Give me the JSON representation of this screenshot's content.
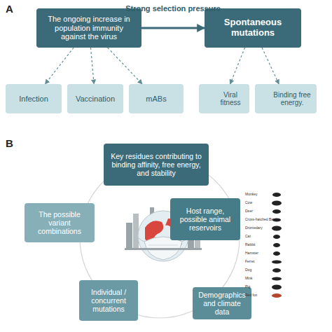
{
  "diagram": {
    "nodes": [
      {
        "text": [
          "The ongoing increase in population immunity against the virus"
        ]
      },
      {
        "text": [
          "Spontaneous mutations"
        ]
      },
      {
        "text": [
          "Infection"
        ]
      },
      {
        "text": [
          "Vaccination"
        ]
      },
      {
        "text": [
          "mABs"
        ]
      },
      {
        "text": [
          "Viral fitness"
        ]
      },
      {
        "text": [
          "Binding free energy."
        ]
      },
      {
        "text": [
          "Key residues contributing to binding affinity, free energy, and stability"
        ]
      },
      {
        "text": [
          "Host range, possible animal reservoirs"
        ]
      },
      {
        "text": [
          "Demographics and climate data"
        ]
      },
      {
        "text": [
          "Individual / concurrent mutations"
        ]
      },
      {
        "text": [
          "The possible variant combinations"
        ]
      }
    ],
    "edges": [
      {
        "from": 0,
        "to": 1,
        "label": "Strong selection pressure",
        "arrow": "to"
      },
      {
        "from": 0,
        "to": 2,
        "arrow": "to"
      },
      {
        "from": 0,
        "to": 3,
        "arrow": "to"
      },
      {
        "from": 0,
        "to": 4,
        "arrow": "to"
      },
      {
        "from": 1,
        "to": 5,
        "arrow": "to"
      },
      {
        "from": 1,
        "to": 6,
        "arrow": "to"
      }
    ],
    "labels": [
      "A",
      "B",
      "Monkey",
      "Cow",
      "Deer",
      "Cross-hatched Bat",
      "Dromedary",
      "Cat",
      "Rabbit",
      "Hamster",
      "Ferret",
      "Dog",
      "Mink",
      "Pig",
      "Red fox"
    ]
  }
}
